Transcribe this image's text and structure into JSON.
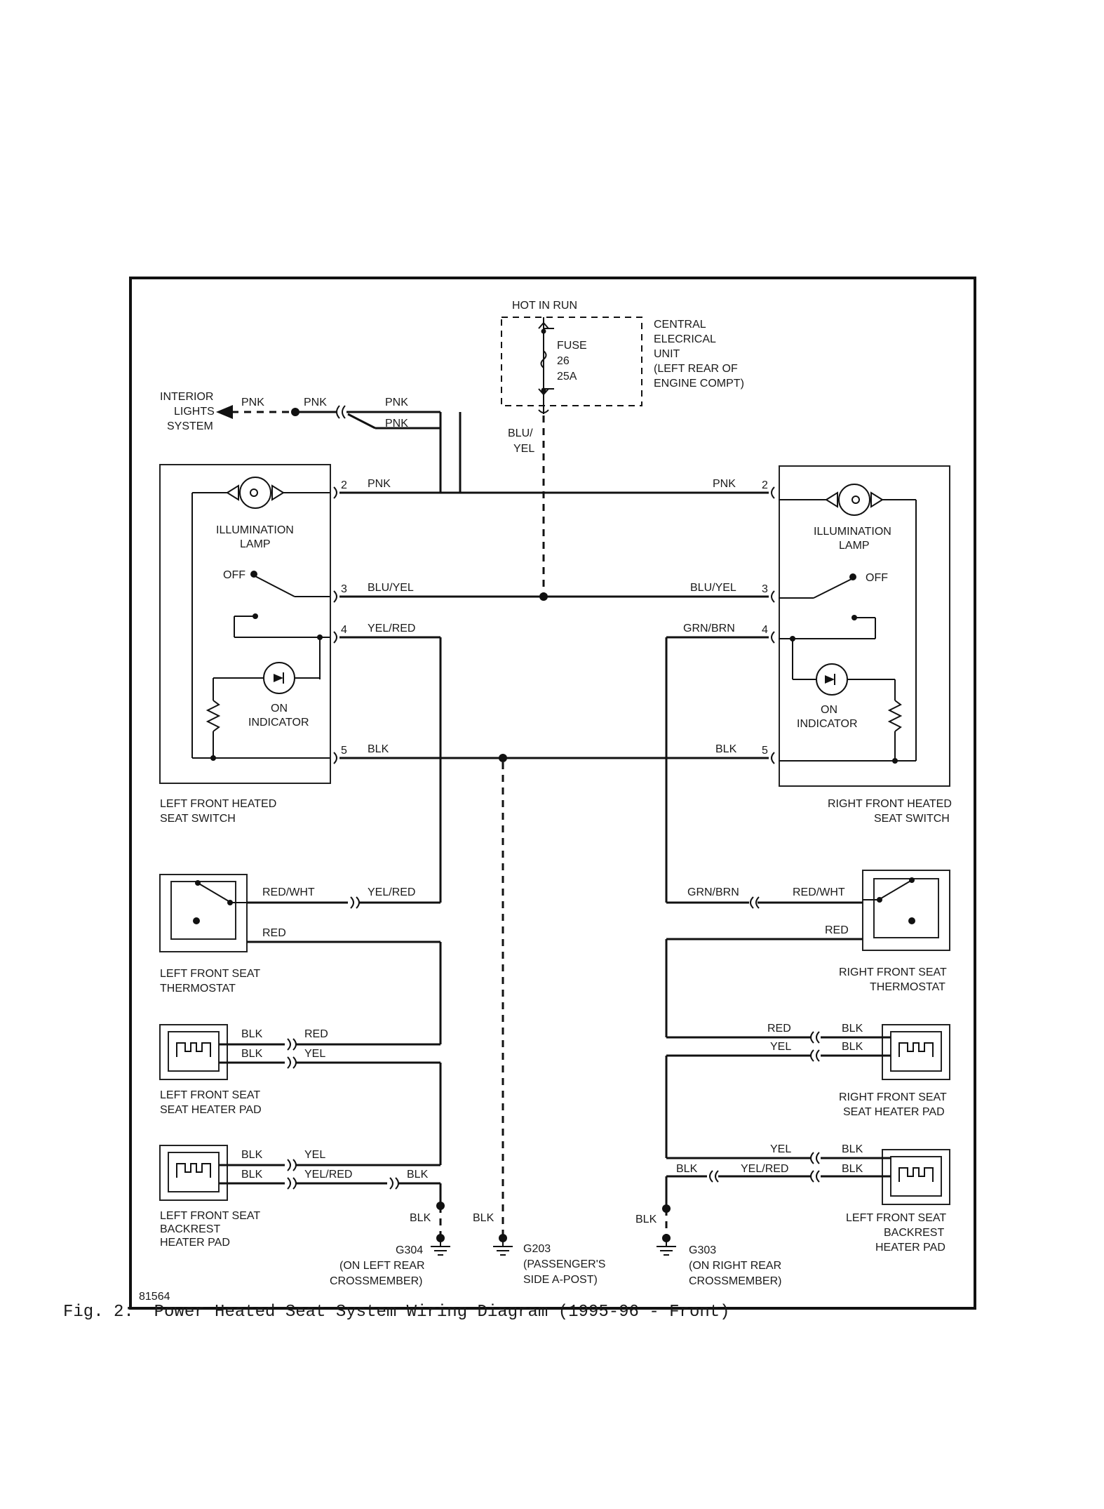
{
  "caption": "Fig. 2:  Power Heated Seat System Wiring Diagram (1995-96 - Front)",
  "diagram_id": "81564",
  "power": {
    "hot": "HOT IN RUN",
    "fuse": [
      "FUSE",
      "26",
      "25A"
    ],
    "unit": [
      "CENTRAL",
      "ELECRICAL",
      "UNIT",
      "(LEFT REAR OF",
      "ENGINE COMPT)"
    ],
    "feed_wire": [
      "BLU/",
      "YEL"
    ]
  },
  "interior": {
    "label": [
      "INTERIOR",
      "LIGHTS",
      "SYSTEM"
    ],
    "wire1": "PNK",
    "wire2": "PNK",
    "wire3": "PNK",
    "wire4": "PNK"
  },
  "left_switch": {
    "lamp": [
      "ILLUMINATION",
      "LAMP"
    ],
    "off": "OFF",
    "indicator": [
      "ON",
      "INDICATOR"
    ],
    "name": [
      "LEFT FRONT HEATED",
      "SEAT SWITCH"
    ],
    "pins": [
      "2",
      "3",
      "4",
      "5"
    ],
    "wires": [
      "PNK",
      "BLU/YEL",
      "YEL/RED",
      "BLK"
    ]
  },
  "right_switch": {
    "lamp": [
      "ILLUMINATION",
      "LAMP"
    ],
    "off": "OFF",
    "indicator": [
      "ON",
      "INDICATOR"
    ],
    "name": [
      "RIGHT FRONT HEATED",
      "SEAT SWITCH"
    ],
    "pins": [
      "2",
      "3",
      "4",
      "5"
    ],
    "wires": [
      "PNK",
      "BLU/YEL",
      "GRN/BRN",
      "BLK"
    ]
  },
  "left_thermostat": {
    "name": [
      "LEFT FRONT SEAT",
      "THERMOSTAT"
    ],
    "wire_a": "RED/WHT",
    "wire_b": "YEL/RED",
    "wire_c": "RED"
  },
  "right_thermostat": {
    "name": [
      "RIGHT FRONT SEAT",
      "THERMOSTAT"
    ],
    "wire_a": "GRN/BRN",
    "wire_b": "RED/WHT",
    "wire_c": "RED"
  },
  "left_pad": {
    "name": [
      "LEFT FRONT SEAT",
      "SEAT HEATER PAD"
    ],
    "w1": "BLK",
    "w2": "RED",
    "w3": "BLK",
    "w4": "YEL"
  },
  "right_pad": {
    "name": [
      "RIGHT FRONT SEAT",
      "SEAT HEATER PAD"
    ],
    "w1": "RED",
    "w2": "BLK",
    "w3": "YEL",
    "w4": "BLK"
  },
  "left_back": {
    "name": [
      "LEFT FRONT SEAT",
      "BACKREST",
      "HEATER PAD"
    ],
    "w1": "BLK",
    "w2": "YEL",
    "w3": "BLK",
    "w4": "YEL/RED",
    "w5": "BLK"
  },
  "right_back": {
    "name": [
      "LEFT FRONT SEAT",
      "BACKREST",
      "HEATER PAD"
    ],
    "w1": "YEL",
    "w2": "BLK",
    "w3": "BLK",
    "w4": "YEL/RED",
    "w5": "BLK"
  },
  "grounds": {
    "g304": [
      "G304",
      "(ON LEFT REAR",
      "CROSSMEMBER)"
    ],
    "g203": [
      "G203",
      "(PASSENGER'S",
      "SIDE A-POST)"
    ],
    "g303": [
      "G303",
      "(ON RIGHT REAR",
      "CROSSMEMBER)"
    ],
    "g304_wire": "BLK",
    "g203_wire": "BLK",
    "g303_wire": "BLK"
  }
}
